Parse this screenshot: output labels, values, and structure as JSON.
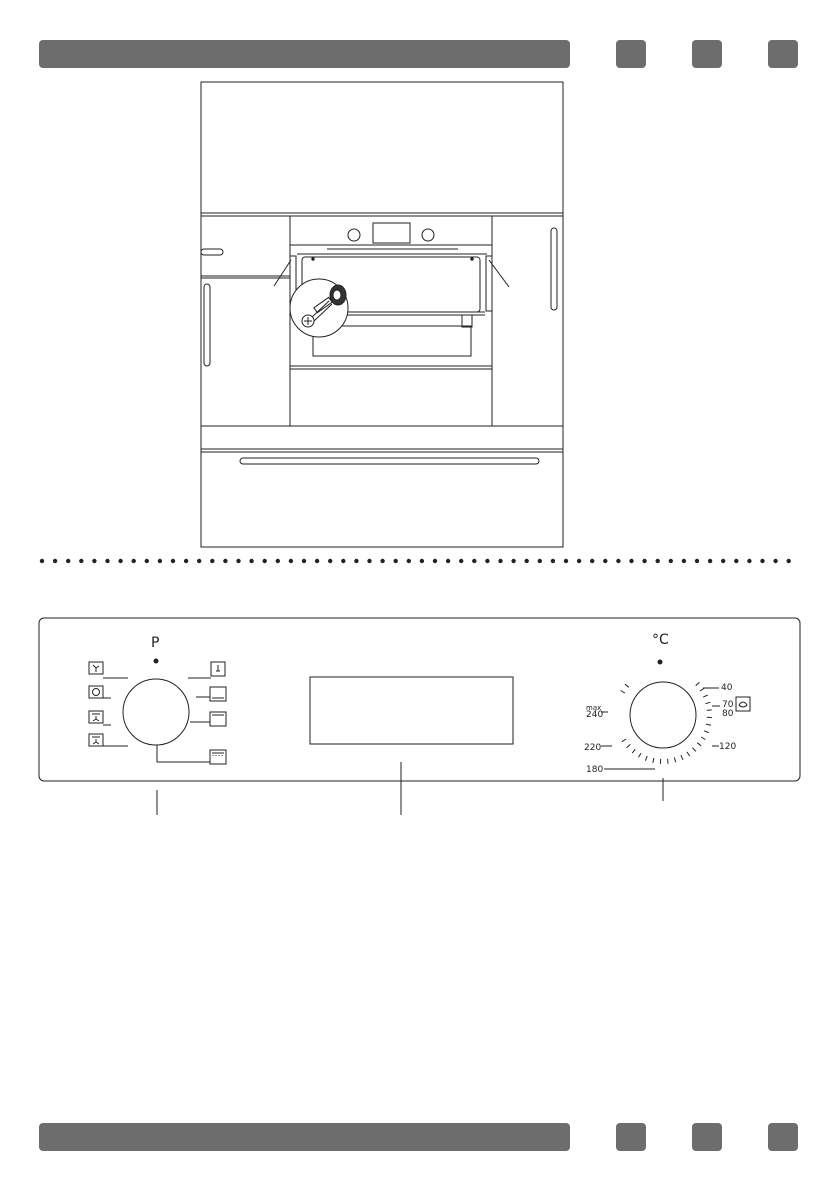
{
  "header": {
    "bar_color": "#6d6d6d"
  },
  "control_panel": {
    "program_knob_label": "P",
    "temperature_knob_label": "°C",
    "temperature_scale": {
      "max": "max",
      "t240": "240",
      "t220": "220",
      "t180": "180",
      "t120": "120",
      "t80": "80",
      "t70": "70",
      "t40": "40"
    }
  },
  "colors": {
    "line": "#222222",
    "accent": "#6d6d6d"
  },
  "icons": [
    "fan-icon",
    "defrost-icon",
    "fan-grill-icon",
    "fan-top-heat-icon",
    "light-icon",
    "bottom-heat-icon",
    "top-heat-icon",
    "grill-icon",
    "clean-icon"
  ]
}
